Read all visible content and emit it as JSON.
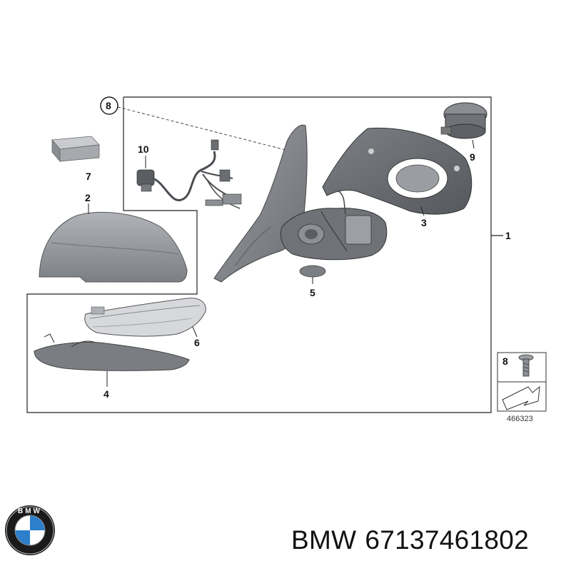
{
  "callouts": {
    "c1": "1",
    "c2": "2",
    "c3": "3",
    "c4": "4",
    "c5": "5",
    "c6": "6",
    "c7": "7",
    "c8": "8",
    "c9": "9",
    "c10": "10"
  },
  "legend": {
    "label": "8",
    "ref_number": "466323"
  },
  "brand": {
    "name": "BMW",
    "part_number": "67137461802",
    "logo_letters": "BMW"
  },
  "colors": {
    "part_fill": "#8f9296",
    "part_dark": "#5e6166",
    "line": "#222222",
    "bmw_blue": "#2d7fcc"
  }
}
